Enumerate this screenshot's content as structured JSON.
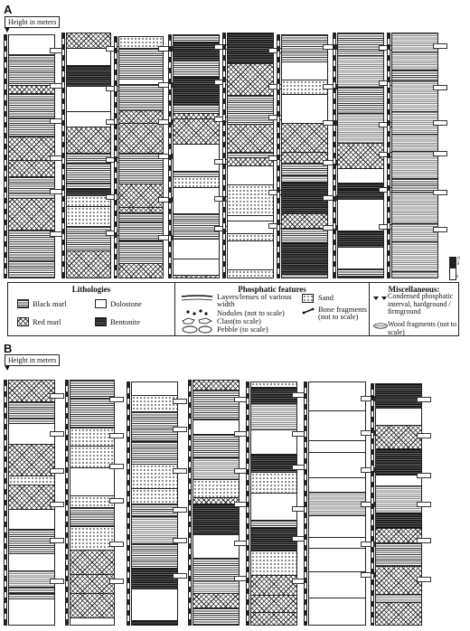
{
  "panels": [
    {
      "letter": "A",
      "height_label": "Height in meters"
    },
    {
      "letter": "B",
      "height_label": "Height in meters"
    }
  ],
  "legend": {
    "lithologies": {
      "title": "Lithologies",
      "items": [
        {
          "label": "Black marl",
          "pattern": "black-marl"
        },
        {
          "label": "Dolostone",
          "pattern": "dolostone"
        },
        {
          "label": "Red marl",
          "pattern": "red-marl"
        },
        {
          "label": "Bentonite",
          "pattern": "bentonite"
        }
      ]
    },
    "phosphatic": {
      "title": "Phosphatic features",
      "items": [
        {
          "label": "Layers/lenses of various width",
          "icon": "layers-icon"
        },
        {
          "label": "Nodules (not to scale)",
          "icon": "nodules-icon"
        },
        {
          "label": "Clast(to scale)",
          "icon": "clast-icon"
        },
        {
          "label": "Pebble (to scale)",
          "icon": "pebble-icon"
        },
        {
          "label": "Sand",
          "icon": "sand-icon"
        },
        {
          "label": "Bone fragments (not to scale)",
          "icon": "bone-icon"
        }
      ]
    },
    "misc": {
      "title": "Miscellaneous:",
      "items": [
        {
          "label": "Condensed phosphatic interval, hardground / firmground",
          "icon": "hardground-icon"
        },
        {
          "label": "Wood fragments (not to scale)",
          "icon": "wood-icon"
        }
      ]
    }
  },
  "scale_bar": {
    "label_top": "10 cm",
    "label_bottom": "0"
  }
}
